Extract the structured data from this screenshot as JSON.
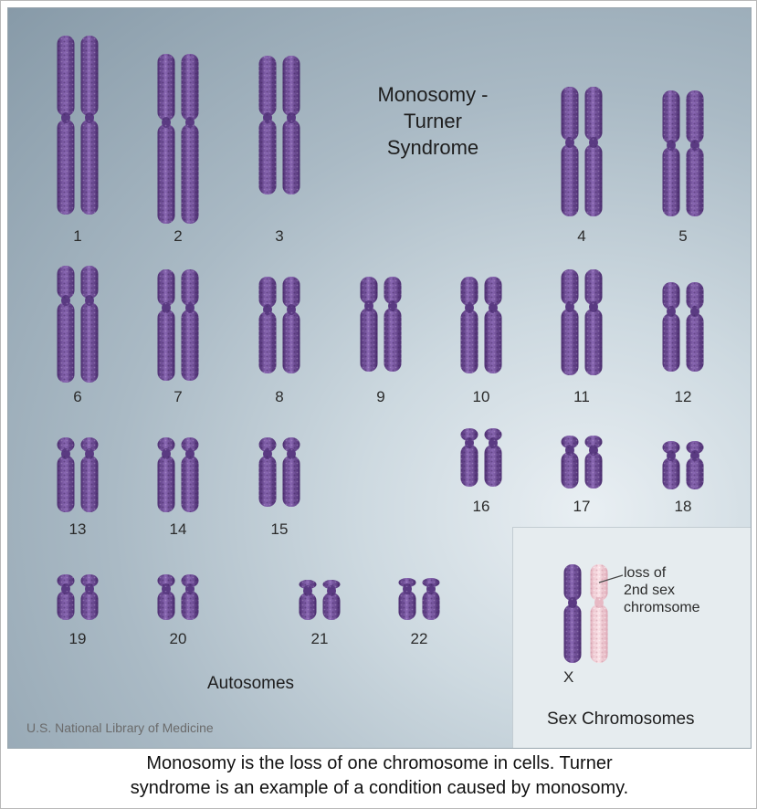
{
  "title": "Monosomy -\nTurner\nSyndrome",
  "autosomes_label": "Autosomes",
  "credit": "U.S. National Library of Medicine",
  "sex_chromosomes": {
    "title": "Sex Chromosomes",
    "x_label": "X",
    "loss_note": "loss of\n2nd sex\nchromsome"
  },
  "caption_line1": "Monosomy is the loss of one chromosome in cells. Turner",
  "caption_line2": "syndrome is an example of a condition caused by monosomy.",
  "chromosome_pairs": [
    {
      "label": "1"
    },
    {
      "label": "2"
    },
    {
      "label": "3"
    },
    {
      "label": "4"
    },
    {
      "label": "5"
    },
    {
      "label": "6"
    },
    {
      "label": "7"
    },
    {
      "label": "8"
    },
    {
      "label": "9"
    },
    {
      "label": "10"
    },
    {
      "label": "11"
    },
    {
      "label": "12"
    },
    {
      "label": "13"
    },
    {
      "label": "14"
    },
    {
      "label": "15"
    },
    {
      "label": "16"
    },
    {
      "label": "17"
    },
    {
      "label": "18"
    },
    {
      "label": "19"
    },
    {
      "label": "20"
    },
    {
      "label": "21"
    },
    {
      "label": "22"
    }
  ],
  "colors": {
    "chromosome": "#6f4a98",
    "chromosome_highlight": "#a98bcc",
    "missing_chromosome": "#f0c6cf"
  }
}
